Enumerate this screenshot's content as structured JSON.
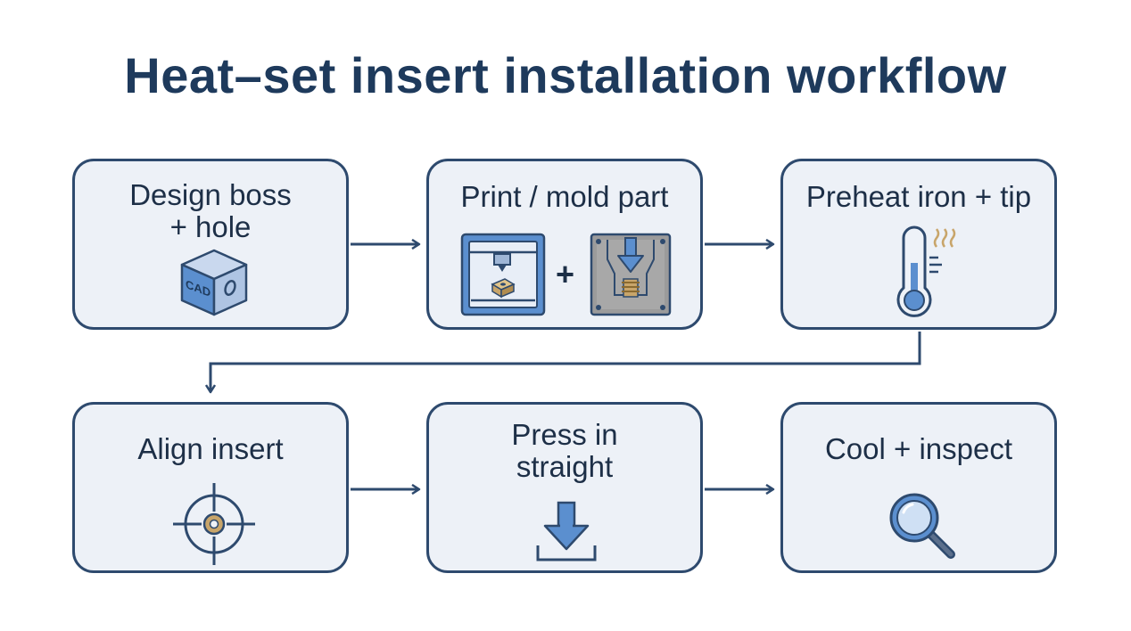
{
  "title": "Heat–set insert installation workflow",
  "colors": {
    "box_fill": "#edf1f7",
    "border": "#2e4a6e",
    "accent_blue": "#5b8fcf",
    "brass": "#c8a56a",
    "text": "#1d2f47"
  },
  "steps": [
    {
      "label_line1": "Design boss",
      "label_line2": "+ hole",
      "icon": "cad-cube-icon",
      "icon_text": "CAD"
    },
    {
      "label_line1": "Print / mold part",
      "icon": "printer-plus-mold-icon",
      "join_symbol": "+"
    },
    {
      "label_line1": "Preheat iron + tip",
      "icon": "thermometer-heat-icon"
    },
    {
      "label_line1": "Align insert",
      "icon": "crosshair-target-icon"
    },
    {
      "label_line1": "Press in",
      "label_line2": "straight",
      "icon": "press-down-arrow-icon"
    },
    {
      "label_line1": "Cool + inspect",
      "icon": "magnifier-icon"
    }
  ]
}
